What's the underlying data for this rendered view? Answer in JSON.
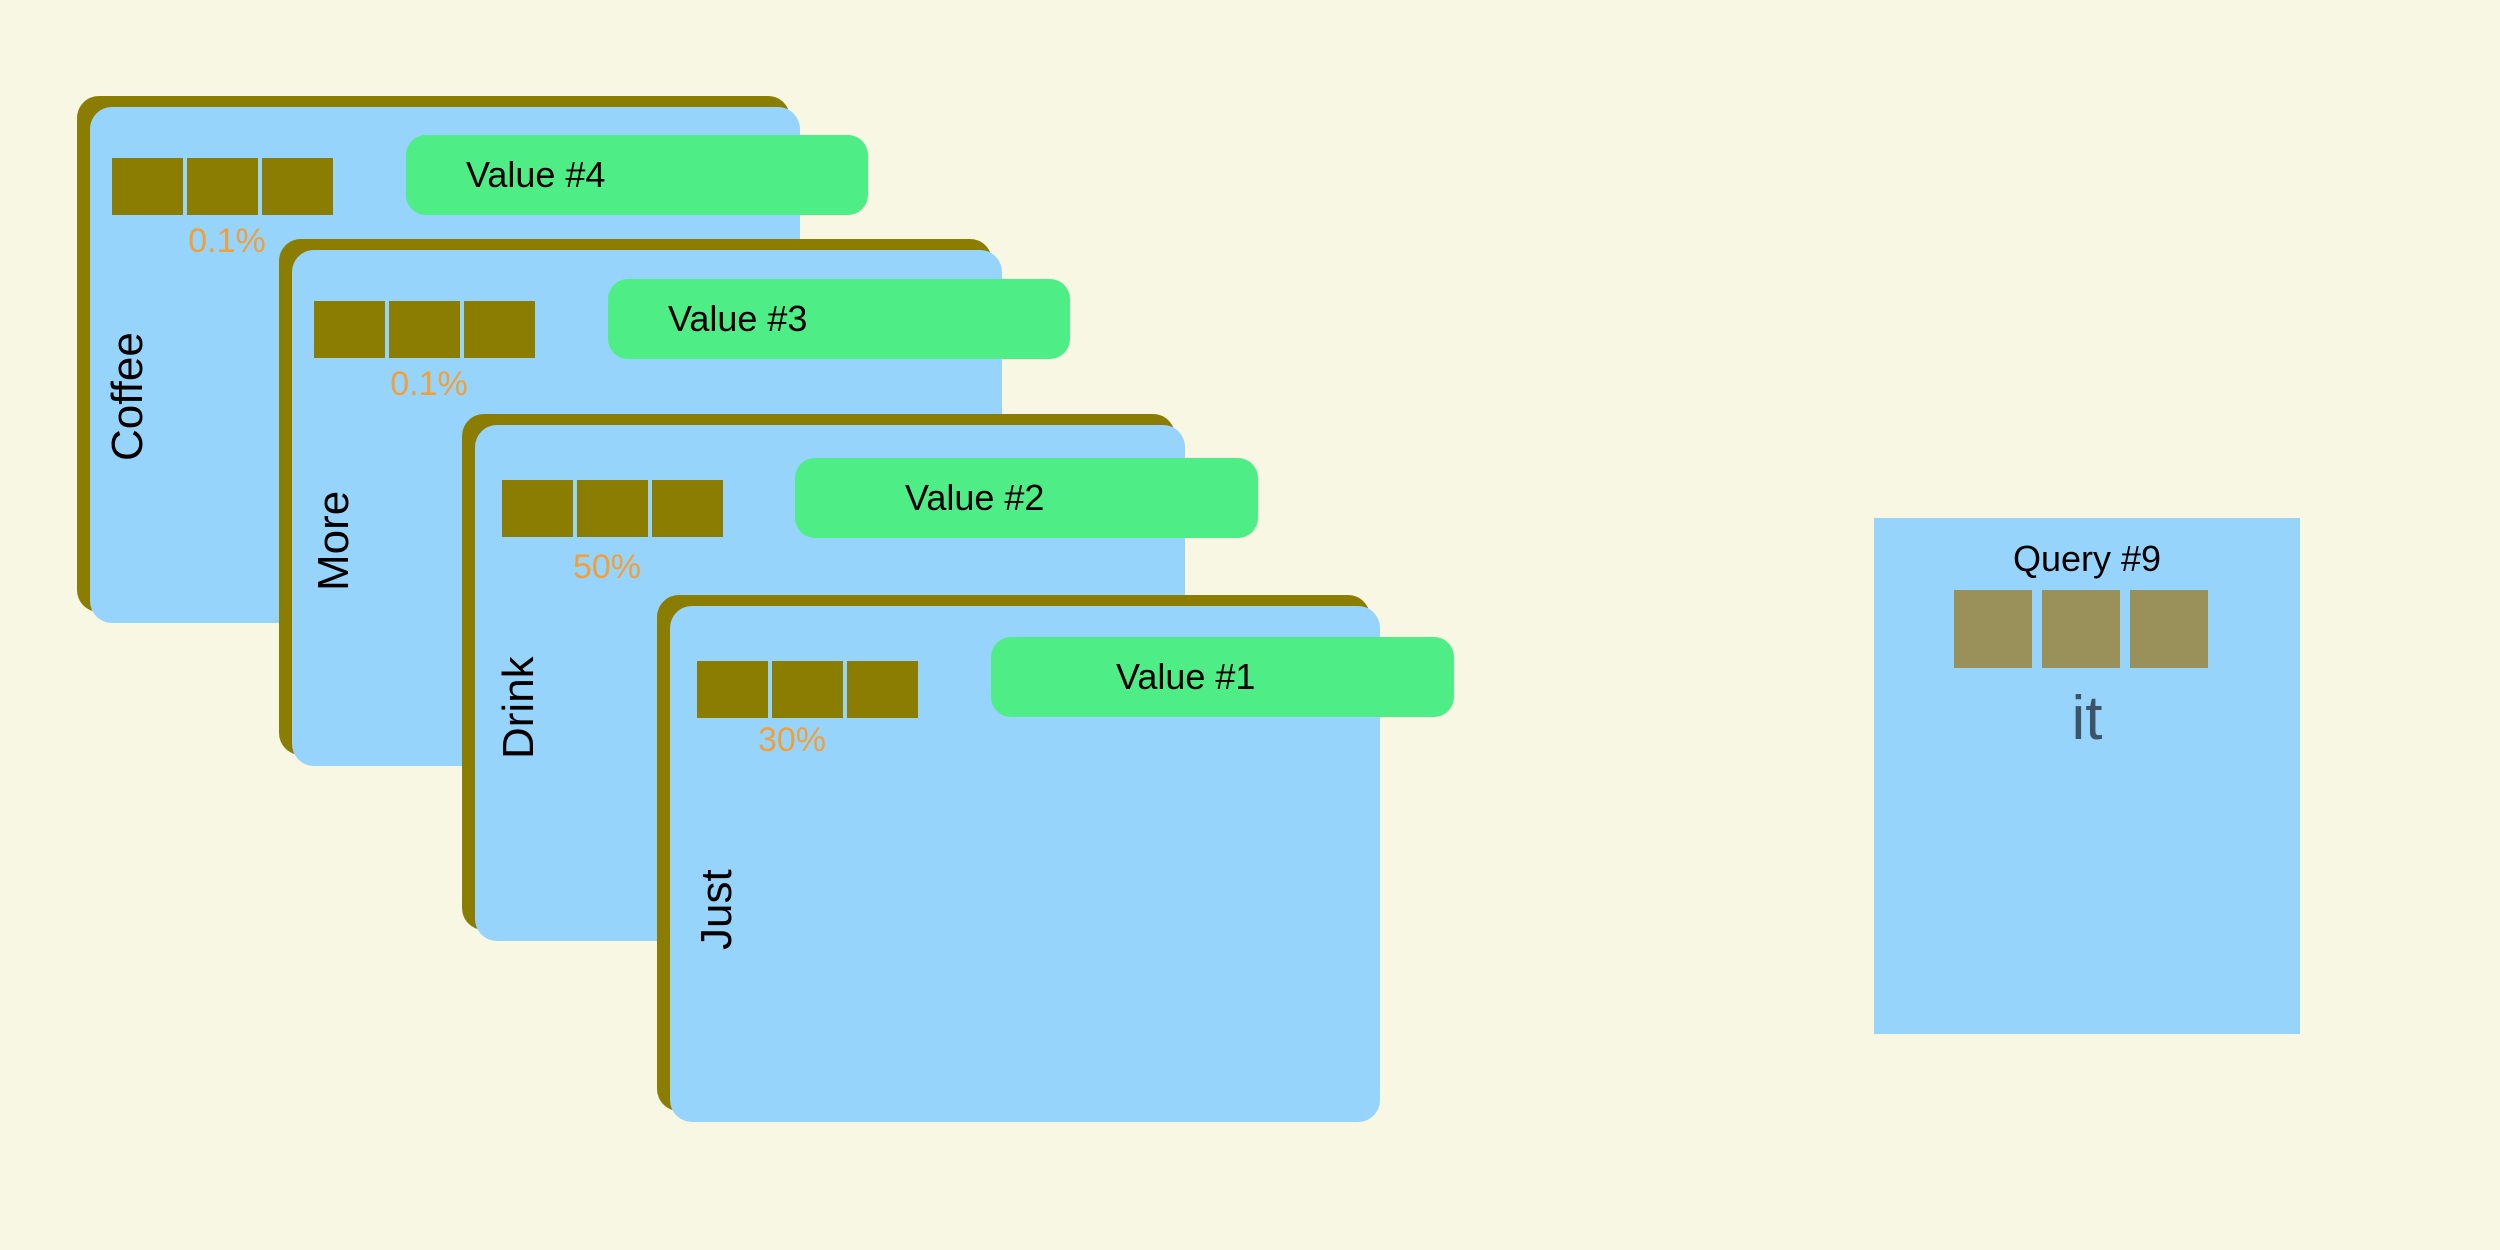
{
  "cards": [
    {
      "word": "Coffee",
      "percent": "0.1%",
      "value_label": "Value #4"
    },
    {
      "word": "More",
      "percent": "0.1%",
      "value_label": "Value #3"
    },
    {
      "word": "Drink",
      "percent": "50%",
      "value_label": "Value #2"
    },
    {
      "word": "Just",
      "percent": "30%",
      "value_label": "Value #1"
    }
  ],
  "query": {
    "title": "Query #9",
    "word": "it"
  },
  "colors": {
    "background": "#f8f7e3",
    "card_fill": "#97d4fc",
    "card_border": "#8b7d02",
    "token": "#8b7d02",
    "query_token": "#9a9059",
    "value_pill": "#4fed86",
    "percent_text": "#f0a03a",
    "query_word_text": "#3d5466"
  }
}
